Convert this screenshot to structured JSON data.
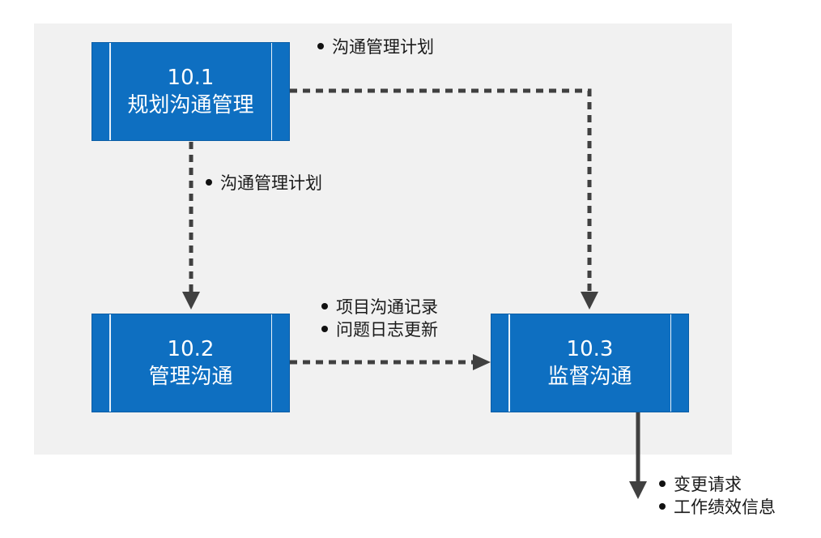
{
  "processes": [
    {
      "id": "p1",
      "number": "10.1",
      "name": "规划沟通管理"
    },
    {
      "id": "p2",
      "number": "10.2",
      "name": "管理沟通"
    },
    {
      "id": "p3",
      "number": "10.3",
      "name": "监督沟通"
    }
  ],
  "flows": [
    {
      "from": "10.1",
      "to": "10.3",
      "outputs": [
        "沟通管理计划"
      ]
    },
    {
      "from": "10.1",
      "to": "10.2",
      "outputs": [
        "沟通管理计划"
      ]
    },
    {
      "from": "10.2",
      "to": "10.3",
      "outputs": [
        "项目沟通记录",
        "问题日志更新"
      ]
    },
    {
      "from": "10.3",
      "to": "",
      "outputs": [
        "变更请求",
        "工作绩效信息"
      ]
    }
  ],
  "colors": {
    "process_fill": "#0e6fc1",
    "process_text": "#ffffff",
    "arrow": "#404040",
    "backdrop": "#f1f1f1"
  }
}
